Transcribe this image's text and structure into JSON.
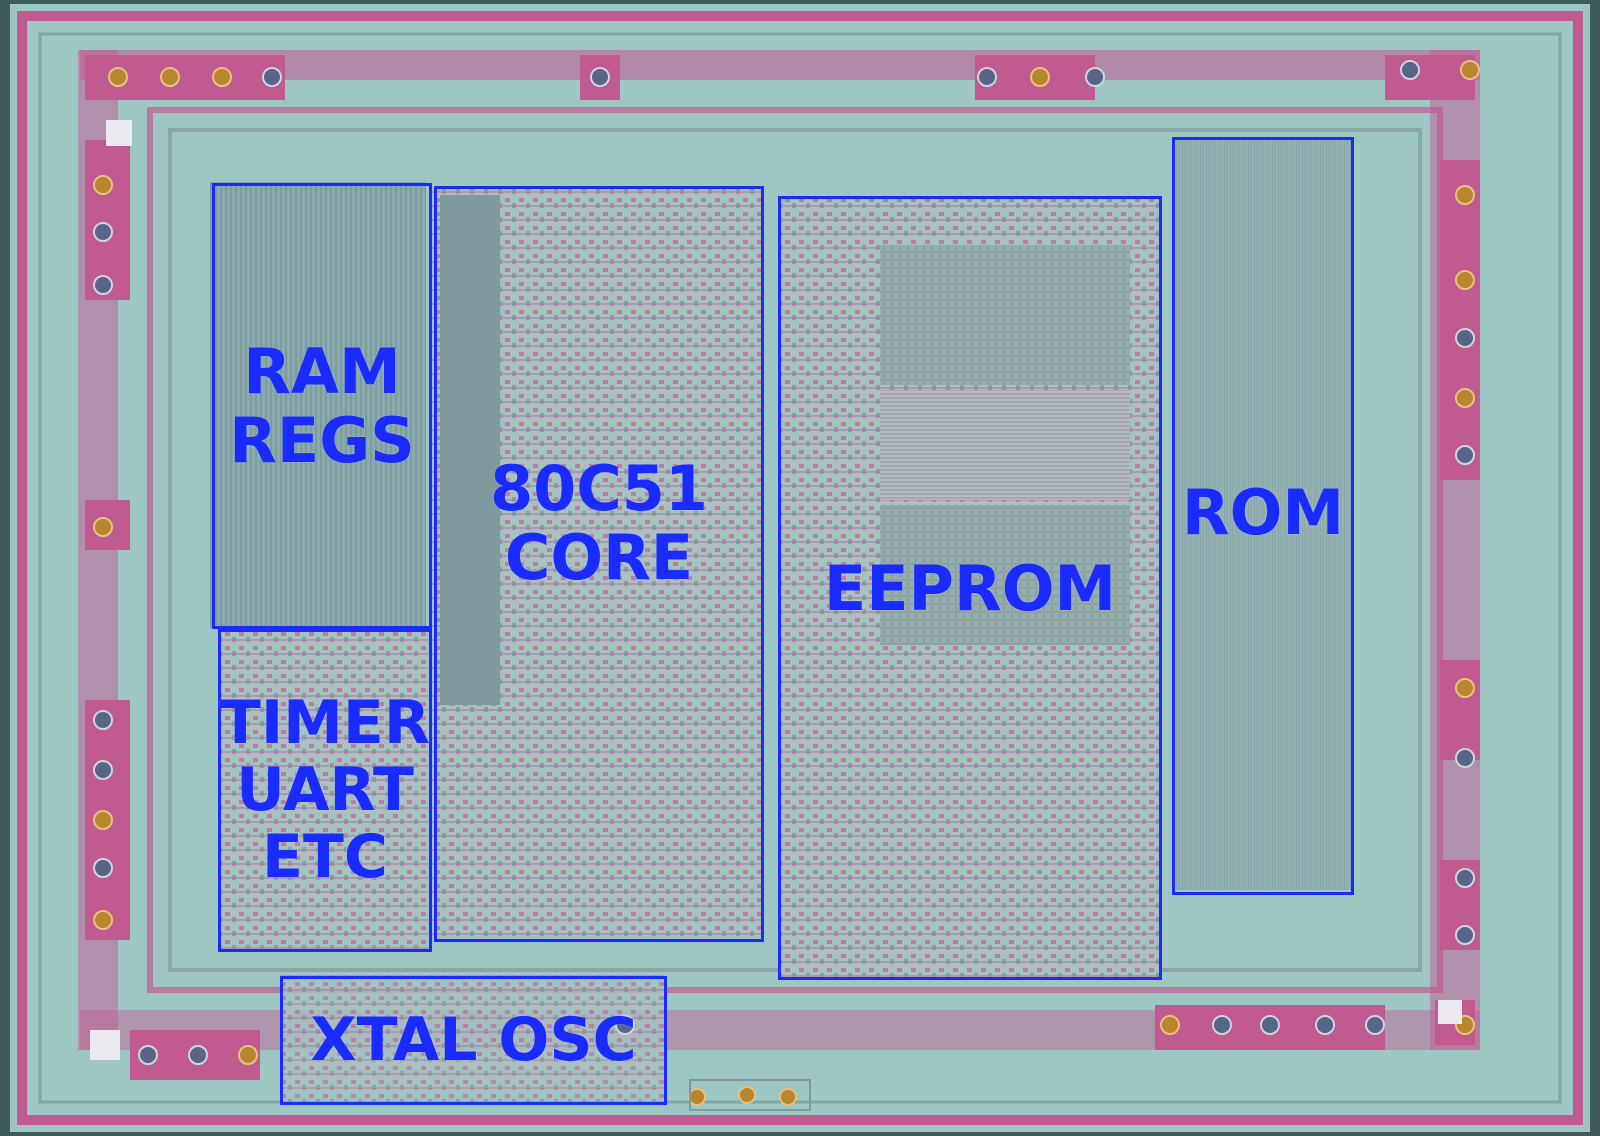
{
  "colors": {
    "die": "#9cc4c0",
    "metal": "#c25a92",
    "label": "#1a2bff",
    "pad": "#b8862e"
  },
  "blocks": {
    "ram_regs": {
      "lines": [
        "RAM",
        "REGS"
      ]
    },
    "timer_uart": {
      "lines": [
        "TIMER",
        "UART",
        "ETC"
      ]
    },
    "core": {
      "lines": [
        "80C51",
        "CORE"
      ]
    },
    "eeprom": {
      "lines": [
        "EEPROM"
      ]
    },
    "rom": {
      "lines": [
        "ROM"
      ]
    },
    "xtal": {
      "lines": [
        "XTAL OSC"
      ]
    }
  }
}
